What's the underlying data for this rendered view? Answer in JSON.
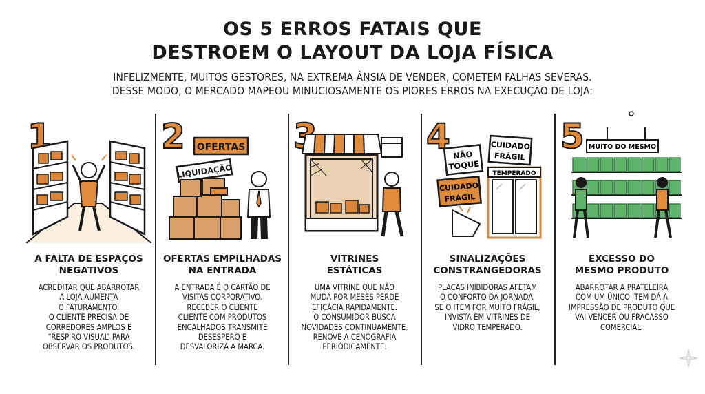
{
  "title": {
    "line1": "OS 5 ERROS FATAIS QUE",
    "line2": "DESTROEM O LAYOUT DA LOJA FÍSICA"
  },
  "subtitle": {
    "line1": "INFELIZMENTE, MUITOS GESTORES, NA EXTREMA ÂNSIA DE VENDER, COMETEM FALHAS SEVERAS.",
    "line2": "DESSE MODO, O MERCADO MAPEOU MINUCIOSAMENTE OS PIORES ERROS NA EXECUÇÃO DE LOJA:"
  },
  "colors": {
    "accent": "#e08a3c",
    "ink": "#1a1a1a",
    "green": "#5fb36a"
  },
  "items": [
    {
      "number": "1",
      "icon": "crowded-aisle-person-icon",
      "heading": [
        "A FALTA DE ESPAÇOS",
        "NEGATIVOS"
      ],
      "body": [
        "ACREDITAR QUE ABARROTAR",
        "A LOJA AUMENTA",
        "O FATURAMENTO.",
        "O CLIENTE PRECISA DE",
        "CORREDORES AMPLOS E",
        "“RESPIRO VISUAL” PARA",
        "OBSERVAR OS PRODUTOS."
      ]
    },
    {
      "number": "2",
      "icon": "stacked-boxes-icon",
      "signs": [
        "OFERTAS",
        "LIQUIDAÇÃO"
      ],
      "heading": [
        "OFERTAS EMPILHADAS",
        "NA ENTRADA"
      ],
      "body": [
        "A ENTRADA É O CARTÃO DE",
        "VISITAS CORPORATIVO.",
        "RECEBER O CLIENTE",
        "CLIENTE COM PRODUTOS",
        "ENCALHADOS TRANSMITE",
        "DESESPERO E",
        "DESVALORIZA A MARCA."
      ]
    },
    {
      "number": "3",
      "icon": "dusty-shop-window-icon",
      "heading": [
        "VITRINES",
        "ESTÁTICAS"
      ],
      "body": [
        "UMA VITRINE QUE NÃO",
        "MUDA POR MESES PERDE",
        "EFICÁCIA RAPIDAMENTE.",
        "O CONSUMIDOR BUSCA",
        "NOVIDADES CONTINUAMENTE.",
        "RENOVE A CENOGRAFIA",
        "PERIÓDICAMENTE."
      ]
    },
    {
      "number": "4",
      "icon": "warning-signs-icon",
      "signs": [
        "NÃO",
        "TOQUE",
        "CUIDADO",
        "FRÁGIL",
        "CUIDADO",
        "FRÁGIL",
        "TEMPERADO"
      ],
      "heading": [
        "SINALIZAÇÕES",
        "CONSTRANGEDORAS"
      ],
      "body": [
        "PLACAS INIBIDORAS AFETAM",
        "O CONFORTO DA JORNADA.",
        "SE O ITEM FOR MUITO FRÁGIL,",
        "INVISTA EM VITRINES DE",
        "VIDRO TEMPERADO."
      ]
    },
    {
      "number": "5",
      "icon": "repeated-product-shelf-icon",
      "signs": [
        "MUITO DO MESMO"
      ],
      "heading": [
        "EXCESSO DO",
        "MESMO PRODUTO"
      ],
      "body": [
        "ABARROTAR A PRATELEIRA",
        "COM UM ÚNICO ITEM DÁ A",
        "IMPRESSÃO DE PRODUTO QUE",
        "VAI VENCER OU FRACASSO",
        "COMERCIAL."
      ]
    }
  ]
}
